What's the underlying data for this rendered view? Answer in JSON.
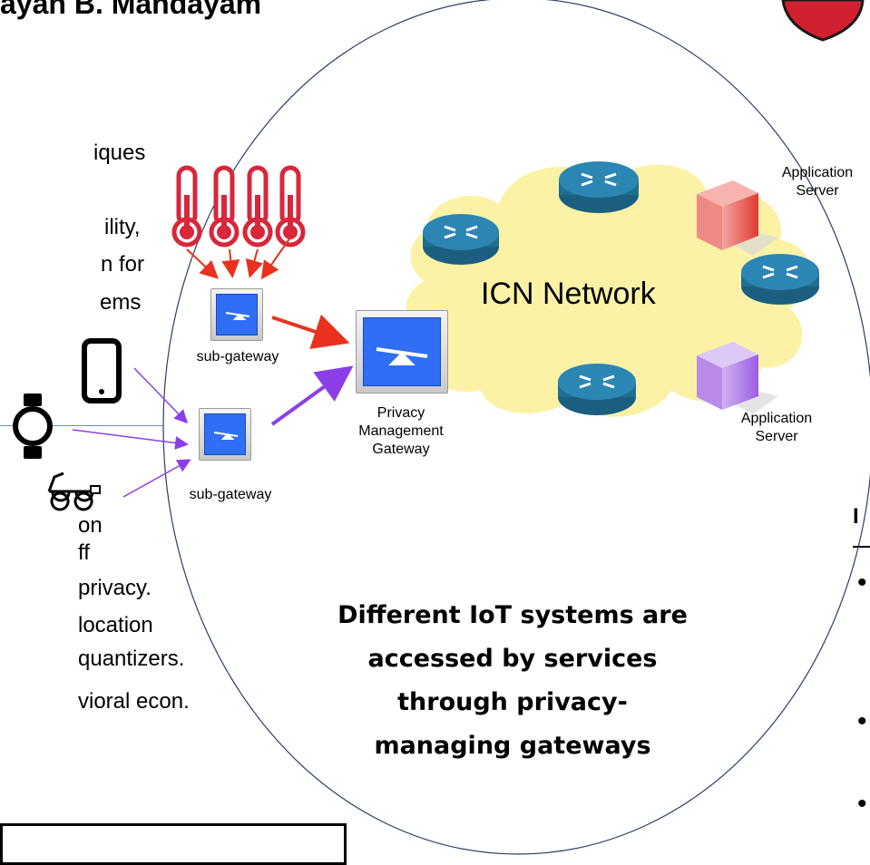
{
  "slide": {
    "title_fragment": "ayan B. Mandayam",
    "left_text": [
      "iques",
      "ility,",
      "n for",
      "ems",
      "on",
      "ff",
      "privacy.",
      "location",
      "quantizers.",
      "vioral econ."
    ],
    "right_heading": "I",
    "right_bullets": [
      "•",
      "•",
      "•"
    ]
  },
  "diagram": {
    "cloud_label": "ICN Network",
    "pmg_label": [
      "Privacy",
      "Management",
      "Gateway"
    ],
    "subgateway_label": "sub-gateway",
    "app_server_top": [
      "Application",
      "Server"
    ],
    "app_server_bottom": [
      "Application",
      "Server"
    ],
    "caption": [
      "Different IoT systems are",
      "accessed by services",
      "through privacy-",
      "managing gateways"
    ]
  },
  "colors": {
    "red_arrow": "#e8321e",
    "purple_arrow": "#8c3fe6",
    "gateway_blue": "#2f6ef5",
    "router_blue": "#1e6f94",
    "cloud": "#fbf2a6",
    "thermometer": "#d8263b"
  }
}
